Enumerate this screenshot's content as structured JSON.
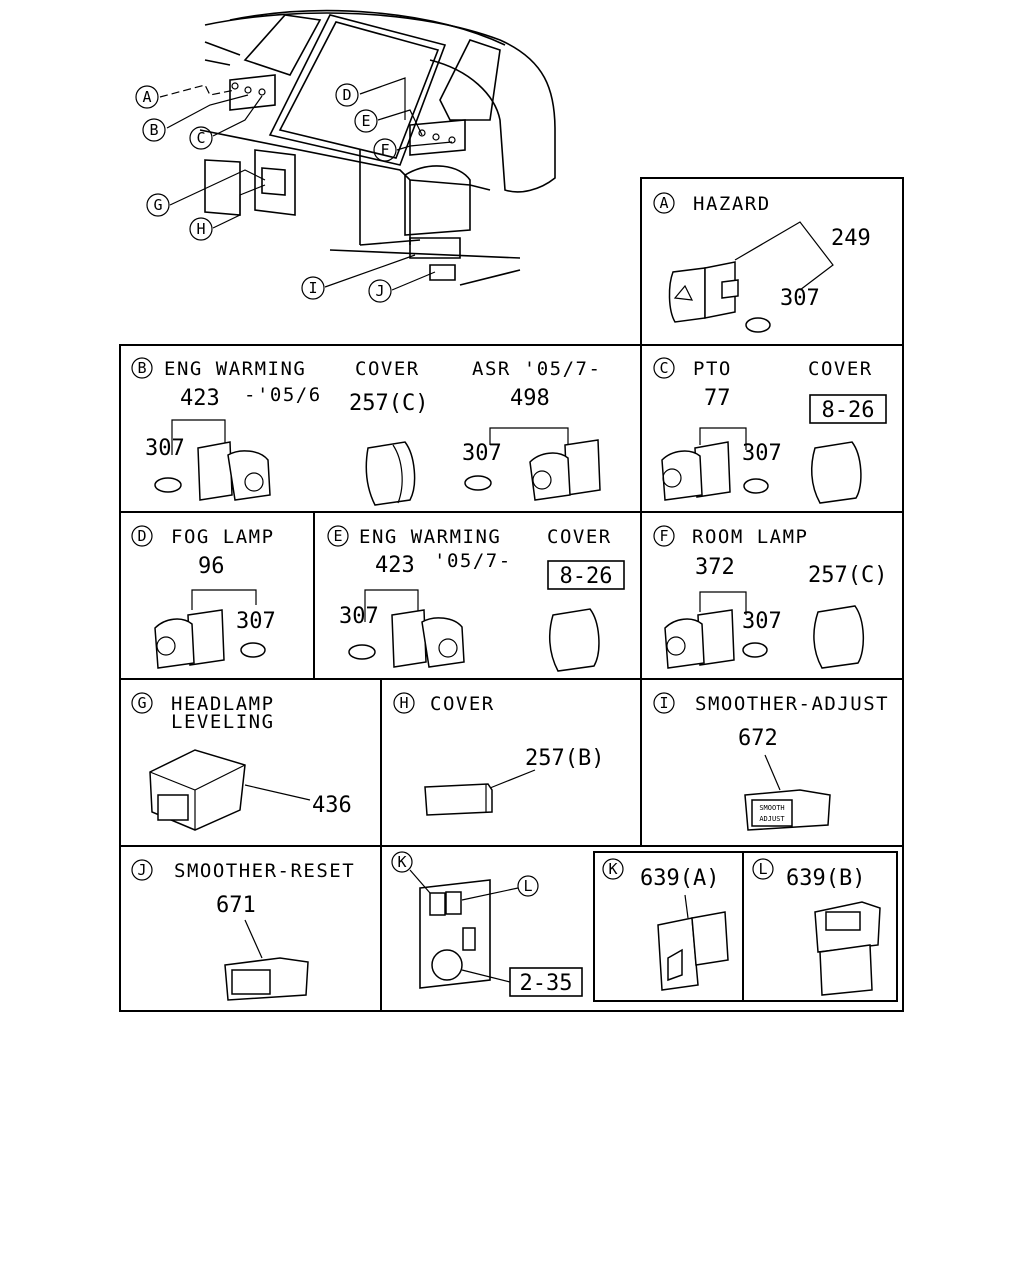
{
  "overview": {
    "callouts": [
      "A",
      "B",
      "C",
      "D",
      "E",
      "F",
      "G",
      "H",
      "I",
      "J"
    ]
  },
  "panels": {
    "A": {
      "letter": "A",
      "title": "HAZARD",
      "parts": [
        "249",
        "307"
      ]
    },
    "B": {
      "letter": "B",
      "title": "ENG WARMING",
      "cover_label": "COVER",
      "asr_label": "ASR '05/7-",
      "part_main": "423",
      "part_main_note": "-'05/6",
      "bulb1": "307",
      "cover_part": "257(C)",
      "asr_part": "498",
      "bulb2": "307"
    },
    "C": {
      "letter": "C",
      "title": "PTO",
      "cover_label": "COVER",
      "part_main": "77",
      "bulb": "307",
      "cover_ref": "8-26"
    },
    "D": {
      "letter": "D",
      "title": "FOG LAMP",
      "part_main": "96",
      "bulb": "307"
    },
    "E": {
      "letter": "E",
      "title": "ENG WARMING",
      "cover_label": "COVER",
      "part_main": "423",
      "part_main_note": "'05/7-",
      "bulb": "307",
      "cover_ref": "8-26"
    },
    "F": {
      "letter": "F",
      "title": "ROOM LAMP",
      "part_main": "372",
      "bulb": "307",
      "cover_part": "257(C)"
    },
    "G": {
      "letter": "G",
      "title_line1": "HEADLAMP",
      "title_line2": "LEVELING",
      "part": "436"
    },
    "H": {
      "letter": "H",
      "title": "COVER",
      "part": "257(B)"
    },
    "I": {
      "letter": "I",
      "title": "SMOOTHER-ADJUST",
      "part": "672",
      "label_line1": "SMOOTH",
      "label_line2": "ADJUST"
    },
    "J": {
      "letter": "J",
      "title": "SMOOTHER-RESET",
      "part": "671"
    },
    "KL": {
      "k": "K",
      "l": "L",
      "ref": "2-35"
    },
    "K": {
      "letter": "K",
      "part": "639(A)"
    },
    "L": {
      "letter": "L",
      "part": "639(B)"
    }
  }
}
